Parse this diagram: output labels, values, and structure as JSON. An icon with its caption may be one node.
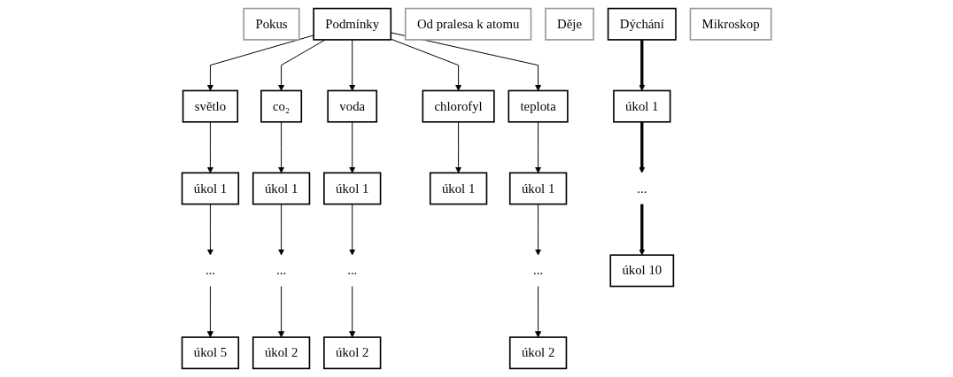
{
  "diagram": {
    "nodes": [
      {
        "text": [
          "Pokus"
        ]
      },
      {
        "text": [
          "Podmínky"
        ]
      },
      {
        "text": [
          "Od pralesa k atomu"
        ]
      },
      {
        "text": [
          "Děje"
        ]
      },
      {
        "text": [
          "Dýchání"
        ]
      },
      {
        "text": [
          "Mikroskop"
        ]
      },
      {
        "text": [
          "světlo"
        ]
      },
      {
        "text": [
          "co₂"
        ]
      },
      {
        "text": [
          "voda"
        ]
      },
      {
        "text": [
          "chlorofyl"
        ]
      },
      {
        "text": [
          "teplota"
        ]
      },
      {
        "text": [
          "úkol 1"
        ]
      },
      {
        "text": [
          "úkol 1"
        ]
      },
      {
        "text": [
          "úkol 1"
        ]
      },
      {
        "text": [
          "úkol 1"
        ]
      },
      {
        "text": [
          "úkol 1"
        ]
      },
      {
        "text": [
          "..."
        ]
      },
      {
        "text": [
          "..."
        ]
      },
      {
        "text": [
          "..."
        ]
      },
      {
        "text": [
          "..."
        ]
      },
      {
        "text": [
          "úkol 5"
        ]
      },
      {
        "text": [
          "úkol 2"
        ]
      },
      {
        "text": [
          "úkol 2"
        ]
      },
      {
        "text": [
          "úkol 2"
        ]
      },
      {
        "text": [
          "úkol 1"
        ]
      },
      {
        "text": [
          "..."
        ]
      },
      {
        "text": [
          "úkol 10"
        ]
      }
    ],
    "edges": [
      {
        "from": 1,
        "to": 6,
        "arrow": "to"
      },
      {
        "from": 1,
        "to": 7,
        "arrow": "to"
      },
      {
        "from": 1,
        "to": 8,
        "arrow": "to"
      },
      {
        "from": 1,
        "to": 9,
        "arrow": "to"
      },
      {
        "from": 1,
        "to": 10,
        "arrow": "to"
      },
      {
        "from": 6,
        "to": 11,
        "arrow": "to"
      },
      {
        "from": 7,
        "to": 12,
        "arrow": "to"
      },
      {
        "from": 8,
        "to": 13,
        "arrow": "to"
      },
      {
        "from": 9,
        "to": 14,
        "arrow": "to"
      },
      {
        "from": 10,
        "to": 15,
        "arrow": "to"
      },
      {
        "from": 11,
        "to": 16,
        "arrow": "to"
      },
      {
        "from": 12,
        "to": 17,
        "arrow": "to"
      },
      {
        "from": 13,
        "to": 18,
        "arrow": "to"
      },
      {
        "from": 15,
        "to": 19,
        "arrow": "to"
      },
      {
        "from": 16,
        "to": 20,
        "arrow": "to"
      },
      {
        "from": 17,
        "to": 21,
        "arrow": "to"
      },
      {
        "from": 18,
        "to": 22,
        "arrow": "to"
      },
      {
        "from": 19,
        "to": 23,
        "arrow": "to"
      },
      {
        "from": 4,
        "to": 24,
        "arrow": "to",
        "style": "thick"
      },
      {
        "from": 24,
        "to": 25,
        "arrow": "to",
        "style": "thick"
      },
      {
        "from": 25,
        "to": 26,
        "arrow": "to",
        "style": "thick"
      }
    ]
  }
}
